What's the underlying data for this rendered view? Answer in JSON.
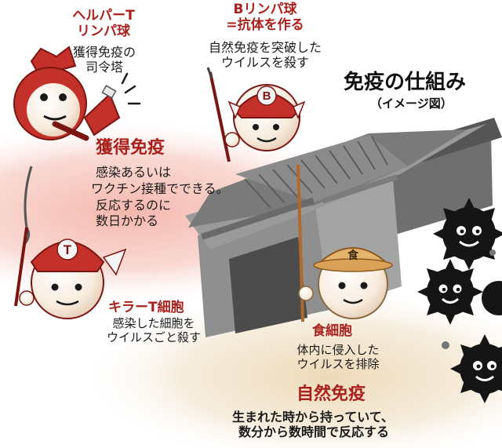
{
  "title": "免疫の仕組み",
  "subtitle": "（イメージ図）",
  "cells": {
    "helper_t": {
      "name_line1": "ヘルパーT",
      "name_line2": "リンパ球",
      "desc_line1": "獲得免疫の",
      "desc_line2": "司令塔"
    },
    "b_lymphocyte": {
      "name_line1": "Bリンパ球",
      "name_line2": "=抗体を作る",
      "desc_line1": "自然免疫を突破した",
      "desc_line2": "ウイルスを殺す",
      "helmet_letter": "B"
    },
    "killer_t": {
      "name": "キラーT細胞",
      "desc_line1": "感染した細胞を",
      "desc_line2": "ウイルスごと殺す",
      "helmet_letter": "T"
    },
    "phagocyte": {
      "name": "食細胞",
      "desc_line1": "体内に侵入した",
      "desc_line2": "ウイルスを排除",
      "hat_letter": "食"
    }
  },
  "acquired": {
    "heading": "獲得免疫",
    "line1": "感染あるいは",
    "line2": "ワクチン接種でできる。",
    "line3": "反応するのに",
    "line4": "数日かかる"
  },
  "innate": {
    "heading": "自然免疫",
    "line1": "生まれた時から持っていて、",
    "line2": "数分から数時間で反応する"
  },
  "colors": {
    "accent_red": "#a8211c",
    "acquired_zone": "#f7c9c0",
    "innate_zone": "#f2e2c8",
    "castle_gray": "#8f8f8f",
    "virus_black": "#151515",
    "cell_white": "#fdf6ee"
  }
}
